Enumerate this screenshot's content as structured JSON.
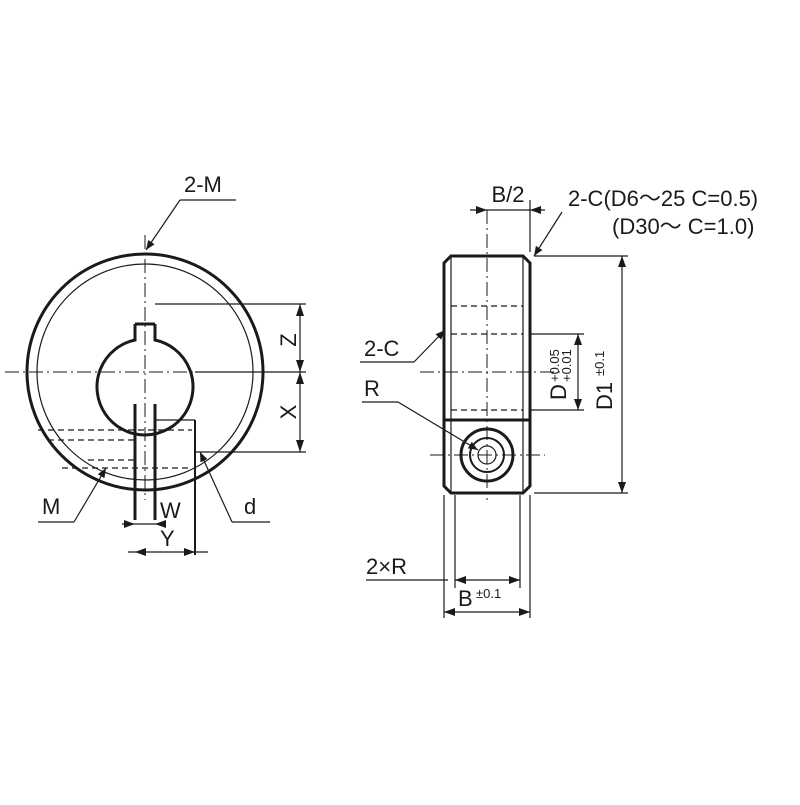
{
  "front_view": {
    "labels": {
      "two_m": "2-M",
      "z": "Z",
      "x": "X",
      "m": "M",
      "w": "W",
      "y": "Y",
      "d": "d"
    }
  },
  "side_view": {
    "labels": {
      "b_half": "B/2",
      "chamfer_note_1": "2-C(D6～25 C=0.5)",
      "chamfer_note_2": "(D30～  C=1.0)",
      "two_c": "2-C",
      "r": "R",
      "two_x_r": "2×R",
      "d_main": "D",
      "d_tol_upper": "+0.05",
      "d_tol_lower": "+0.01",
      "d1_main": "D1",
      "d1_tol": "±0.1",
      "b_main": "B",
      "b_tol": "±0.1"
    }
  }
}
